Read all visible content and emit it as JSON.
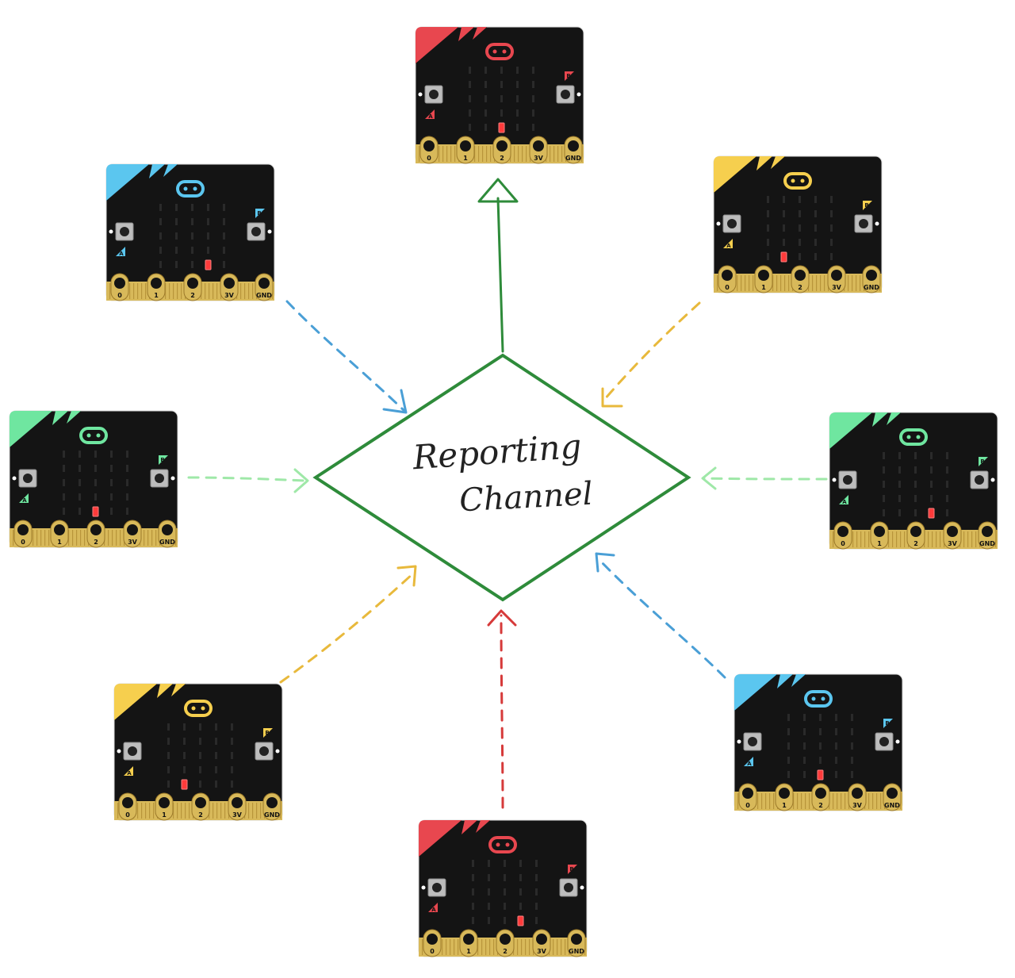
{
  "center": {
    "label_line1": "Reporting",
    "label_line2": "Channel",
    "stroke_color": "#2e8b3a"
  },
  "board": {
    "pin_labels": [
      "0",
      "1",
      "2",
      "3V",
      "GND"
    ],
    "button_a_label": "A",
    "button_b_label": "B",
    "body_color": "#141414",
    "pad_color": "#d8b95a"
  },
  "devices": [
    {
      "id": "top",
      "accent": "#e8474f",
      "connection": "output",
      "line_style": "solid",
      "line_color": "#2e8b3a"
    },
    {
      "id": "upper-left",
      "accent": "#5bc6ef",
      "connection": "input",
      "line_style": "dashed",
      "line_color": "#4a9fd6"
    },
    {
      "id": "upper-right",
      "accent": "#f6cf4e",
      "connection": "input",
      "line_style": "dashed",
      "line_color": "#e8b93c"
    },
    {
      "id": "left",
      "accent": "#6fe6a0",
      "connection": "input",
      "line_style": "dashed",
      "line_color": "#9fe8a8"
    },
    {
      "id": "right",
      "accent": "#6fe6a0",
      "connection": "input",
      "line_style": "dashed",
      "line_color": "#9fe8a8"
    },
    {
      "id": "lower-left",
      "accent": "#f6cf4e",
      "connection": "input",
      "line_style": "dashed",
      "line_color": "#e8b93c"
    },
    {
      "id": "lower-right",
      "accent": "#5bc6ef",
      "connection": "input",
      "line_style": "dashed",
      "line_color": "#4a9fd6"
    },
    {
      "id": "bottom",
      "accent": "#e8474f",
      "connection": "input",
      "line_style": "dashed",
      "line_color": "#d63a3a"
    }
  ]
}
